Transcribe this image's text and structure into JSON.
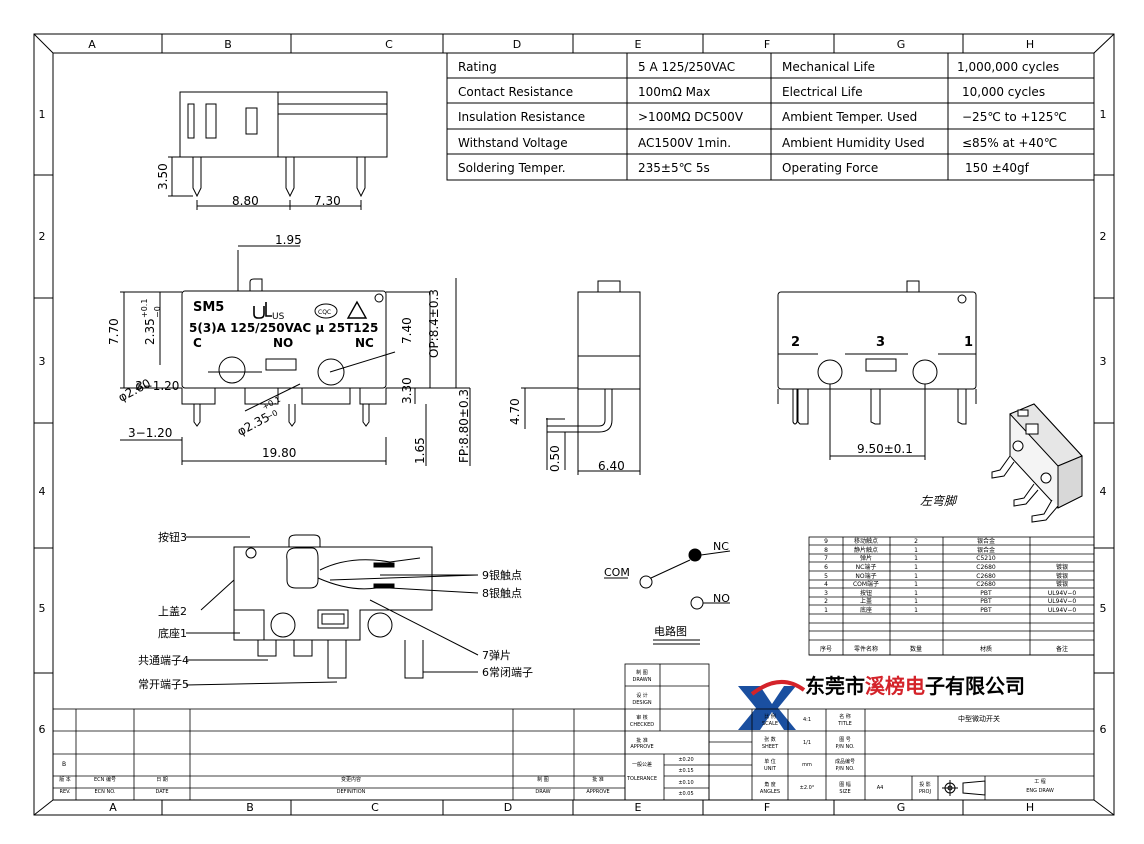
{
  "frame": {
    "columns": [
      "A",
      "B",
      "C",
      "D",
      "E",
      "F",
      "G",
      "H"
    ],
    "rows": [
      "1",
      "2",
      "3",
      "4",
      "5",
      "6"
    ]
  },
  "spec_table": [
    {
      "param": "Rating",
      "value": "5 A  125/250VAC",
      "param2": "Mechanical Life",
      "value2": "1,000,000 cycles"
    },
    {
      "param": "Contact Resistance",
      "value": "100mΩ Max",
      "param2": "Electrical Life",
      "value2": "10,000 cycles"
    },
    {
      "param": "Insulation Resistance",
      "value": ">100MΩ DC500V",
      "param2": "Ambient Temper. Used",
      "value2": "−25℃ to +125℃"
    },
    {
      "param": "Withstand Voltage",
      "value": "AC1500V  1min.",
      "param2": "Ambient Humidity Used",
      "value2": "≤85% at +40℃"
    },
    {
      "param": "Soldering Temper.",
      "value": "235±5℃ 5s",
      "param2": "Operating Force",
      "value2": "150 ±40gf"
    }
  ],
  "dimensions": {
    "top_height": "3.50",
    "top_pitch1": "8.80",
    "top_pitch2": "7.30",
    "lever": "1.95",
    "h770": "7.70",
    "h235": "2.35",
    "h235_tol_plus": "+0.1",
    "h235_tol_minus": "−0",
    "h740": "7.40",
    "op": "OP:8.4±0.3",
    "d1": "3−1.20",
    "d2": "φ2.60",
    "d3": "3−1.20",
    "d4": "φ2.35",
    "d4_tol_plus": "+0.1",
    "d4_tol_minus": "−0",
    "h330": "3.30",
    "width": "19.80",
    "pin": "1.65",
    "fp": "FP:8.80±0.3",
    "h470": "4.70",
    "t050": "0.50",
    "w640": "6.40",
    "pitch950": "9.50±0.1"
  },
  "body_marking": {
    "model": "SM5",
    "ul": "US",
    "cqc": "CQC",
    "rating": "5(3)A 125/250VAC μ 25T125",
    "c": "C",
    "no": "NO",
    "nc": "NC"
  },
  "terminal_numbers": [
    "2",
    "3",
    "1"
  ],
  "bent_pin_label": "左弯脚",
  "internal_labels": {
    "button": "按钮3",
    "cover": "上盖2",
    "base": "底座1",
    "com": "共通端子4",
    "no": "常开端子5",
    "contact9": "9银触点",
    "contact8": "8银触点",
    "spring": "7弹片",
    "nc": "6常闭端子"
  },
  "circuit": {
    "com": "COM",
    "nc": "NC",
    "no": "NO",
    "caption": "电路图"
  },
  "bom": {
    "rows": [
      [
        "9",
        "移动触点",
        "2",
        "银合金",
        ""
      ],
      [
        "8",
        "静片触点",
        "1",
        "银合金",
        ""
      ],
      [
        "7",
        "弹片",
        "1",
        "C5210",
        ""
      ],
      [
        "6",
        "NC端子",
        "1",
        "C2680",
        "镀银"
      ],
      [
        "5",
        "NO端子",
        "1",
        "C2680",
        "镀银"
      ],
      [
        "4",
        "COM端子",
        "1",
        "C2680",
        "镀银"
      ],
      [
        "3",
        "按钮",
        "1",
        "PBT",
        "UL94V−0"
      ],
      [
        "2",
        "上盖",
        "1",
        "PBT",
        "UL94V−0"
      ],
      [
        "1",
        "底座",
        "1",
        "PBT",
        "UL94V−0"
      ]
    ],
    "header": [
      "序号",
      "零件名称",
      "数量",
      "材质",
      "备注"
    ]
  },
  "company": {
    "name": "东莞市溪榜电子有限公司"
  },
  "title_block": {
    "drawn": "制 图",
    "drawn_en": "DRAWN",
    "design": "设 计",
    "design_en": "DESIGN",
    "checked": "审 核",
    "checked_en": "CHECKED",
    "approve": "批 准",
    "approve_en": "APPROVE",
    "tolerance": "一般公差",
    "tolerance_en": "TOLERANCE",
    "tol_values": [
      "±0.20",
      "±0.15",
      "±0.10",
      "±0.05"
    ],
    "scale": "比 例",
    "scale_en": "SCALE",
    "scale_val": "4:1",
    "sheet": "张 数",
    "sheet_en": "SHEET",
    "sheet_val": "1/1",
    "unit": "单 位",
    "unit_en": "UNIT",
    "unit_val": "mm",
    "angles": "角 度",
    "angles_en": "ANGLES",
    "angles_val": "±2.0°",
    "title": "名 称",
    "title_en": "TITLE",
    "title_val": "中型微动开关",
    "pn": "图 号",
    "pn_en": "P/N NO.",
    "pn2": "成品编号",
    "pn2_en": "P/N NO.",
    "size": "图 幅",
    "size_en": "SIZE",
    "size_val": "A4",
    "proj": "投 影",
    "proj_en": "PROJ",
    "eng": "工 程",
    "eng_en": "ENG DRAW",
    "rev": "版 本",
    "rev_en": "REV.",
    "ecn": "ECN 编号",
    "ecn_en": "ECN NO.",
    "date": "日 期",
    "date_en": "DATE",
    "def": "变更内容",
    "def_en": "DEFINITION",
    "draw": "制 图",
    "draw_en": "DRAW",
    "approve2": "批 准",
    "approve2_en": "APPROVE",
    "rev_row": "B"
  },
  "colors": {
    "ink": "#000000",
    "logo_blue": "#1a4fa0",
    "logo_red": "#d4232a",
    "brand_red": "#d4232a"
  }
}
